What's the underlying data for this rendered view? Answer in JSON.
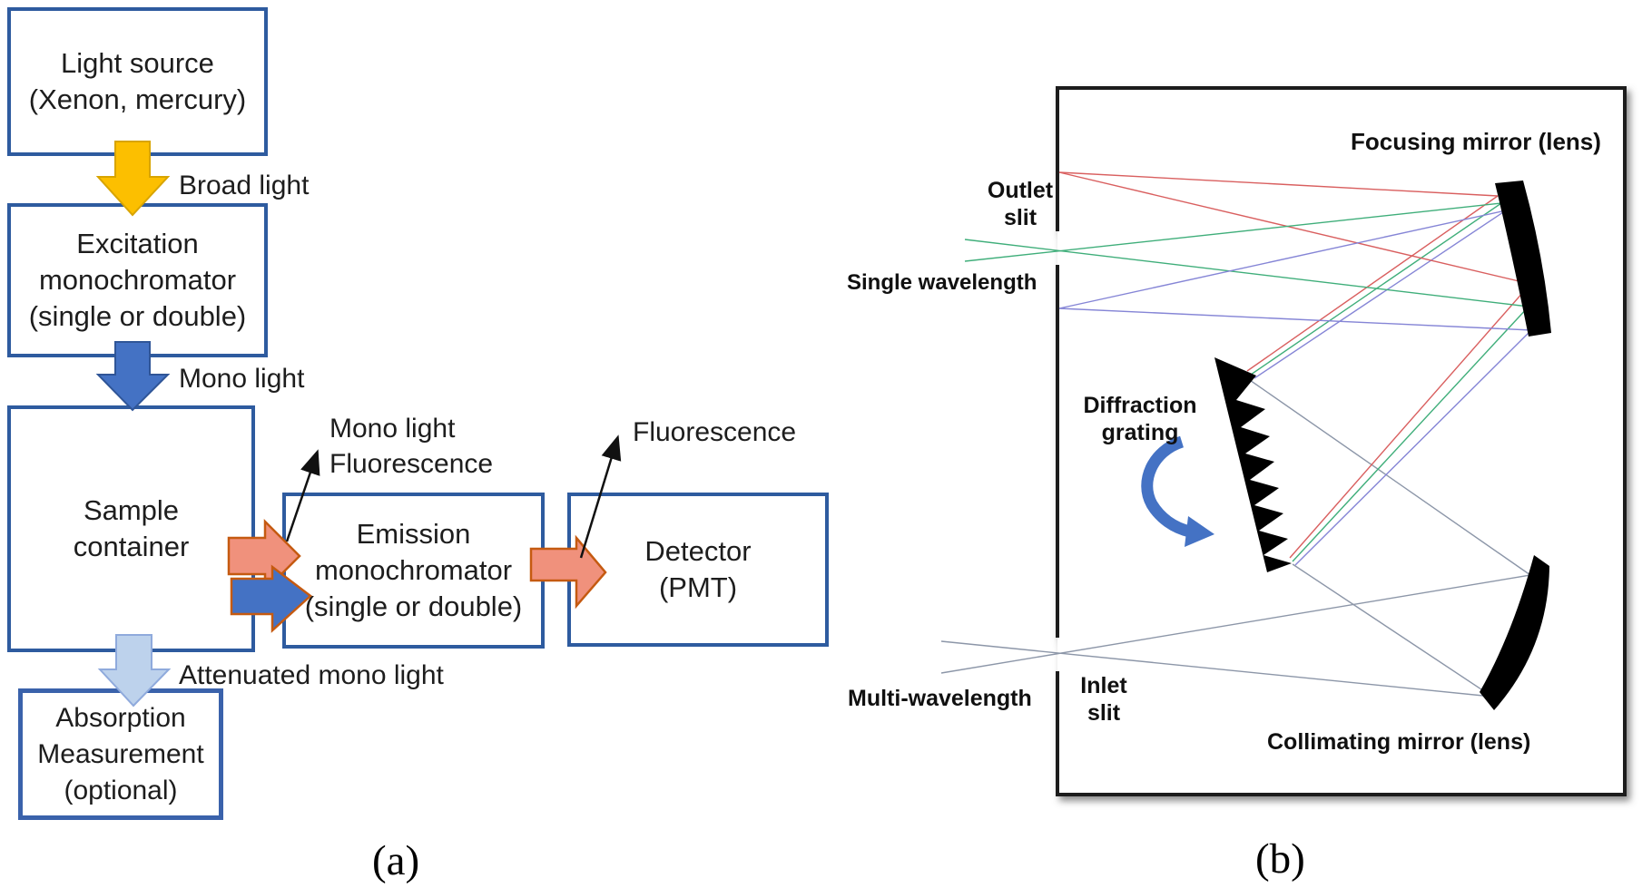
{
  "figure": {
    "panel_a": {
      "caption": "(a)",
      "boxes": {
        "light_source": "Light source\n(Xenon, mercury)",
        "excitation": "Excitation\nmonochromator\n(single or double)",
        "sample": "Sample\ncontainer",
        "emission": "Emission\nmonochromator\n(single or double)",
        "detector": "Detector\n(PMT)",
        "absorption": "Absorption\nMeasurement\n(optional)"
      },
      "flow_labels": {
        "broad_light": "Broad light",
        "mono_light": "Mono light",
        "mono_light_fluorescence": "Mono light\nFluorescence",
        "fluorescence": "Fluorescence",
        "attenuated_mono_light": "Attenuated mono light"
      },
      "colors": {
        "box_border": "#2e5b9f",
        "arrow_yellow": "#fcbf00",
        "arrow_blue": "#4472c4",
        "arrow_salmon": "#f0917c",
        "arrow_lightblue": "#bdd2ec",
        "arrow_outline_orange": "#c55a11"
      }
    },
    "panel_b": {
      "caption": "(b)",
      "labels": {
        "focusing_mirror": "Focusing mirror (lens)",
        "outlet_slit": "Outlet\nslit",
        "single_wavelength": "Single wavelength",
        "diffraction_grating": "Diffraction\ngrating",
        "multi_wavelength": "Multi-wavelength",
        "inlet_slit": "Inlet\nslit",
        "collimating_mirror": "Collimating mirror (lens)"
      },
      "colors": {
        "ray_red": "#d95f5f",
        "ray_green": "#3fae7a",
        "ray_blue": "#8585d6",
        "ray_gray": "#8c96a8",
        "rotation_arrow": "#4472c4",
        "housing_border": "#1a1a1a"
      }
    }
  }
}
